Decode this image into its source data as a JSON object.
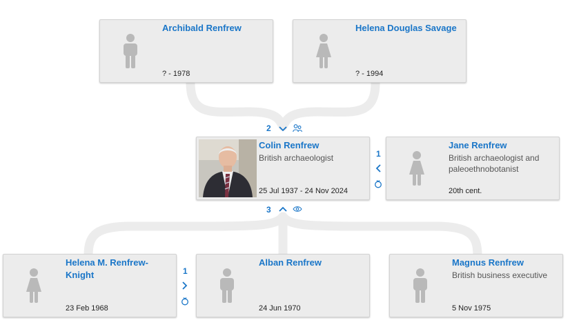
{
  "parents": [
    {
      "name": "Archibald Renfrew",
      "dates": "? - 1978",
      "gender": "male"
    },
    {
      "name": "Helena Douglas Savage",
      "dates": "? - 1994",
      "gender": "female"
    }
  ],
  "focus": {
    "name": "Colin Renfrew",
    "description": "British archaeologist",
    "dates": "25 Jul 1937 - 24 Nov 2024",
    "siblings_count": "2",
    "children_count": "3"
  },
  "spouse": {
    "name": "Jane Renfrew",
    "description": "British archaeologist and paleoethnobotanist",
    "dates": "20th cent.",
    "gender": "female",
    "marriages_count": "1"
  },
  "children": [
    {
      "name": "Helena M. Renfrew-Knight",
      "description": "",
      "dates": "23 Feb 1968",
      "gender": "female",
      "marriages_count": "1"
    },
    {
      "name": "Alban Renfrew",
      "description": "",
      "dates": "24 Jun 1970",
      "gender": "male"
    },
    {
      "name": "Magnus Renfrew",
      "description": "British business executive",
      "dates": "5 Nov 1975",
      "gender": "male"
    }
  ],
  "icons": {
    "silhouette_color": "#b9b9b9",
    "accent": "#1a76c8",
    "connector_color": "#ececec"
  }
}
